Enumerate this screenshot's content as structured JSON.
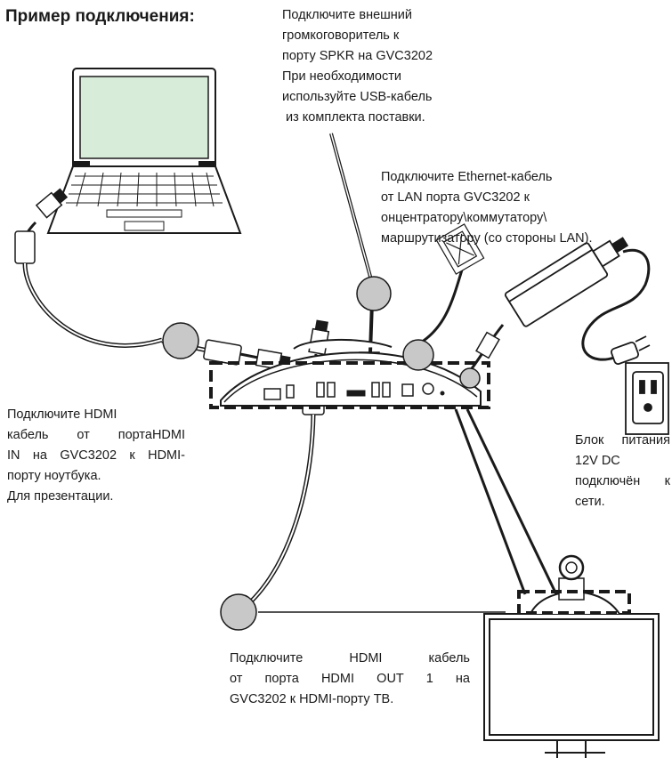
{
  "title": "Пример подключения:",
  "callouts": {
    "speaker": [
      "Подключите внешний",
      "громкоговоритель к",
      "порту SPKR на GVC3202",
      "При необходимости",
      "используйте USB-кабель",
      " из комплекта поставки."
    ],
    "ethernet": [
      "Подключите Ethernet-кабель",
      "от LAN порта GVC3202 к",
      "онцентратору\\коммутатору\\",
      "маршрутизатору (со стороны LAN)."
    ],
    "power": [
      "Блок питания",
      "12V DC",
      "подключён к",
      "сети."
    ],
    "hdmi_in": [
      "Подключите HDMI",
      "кабель от портаHDMI",
      "IN на GVC3202 к HDMI-",
      "порту ноутбука.",
      "Для презентации."
    ],
    "hdmi_out": [
      "Подключите HDMI кабель",
      "от порта HDMI OUT 1 на",
      "GVC3202 к HDMI-порту ТВ."
    ]
  },
  "colors": {
    "line": "#1a1a1a",
    "marker": "#c8c8c8",
    "screen": "#d8ecda"
  }
}
